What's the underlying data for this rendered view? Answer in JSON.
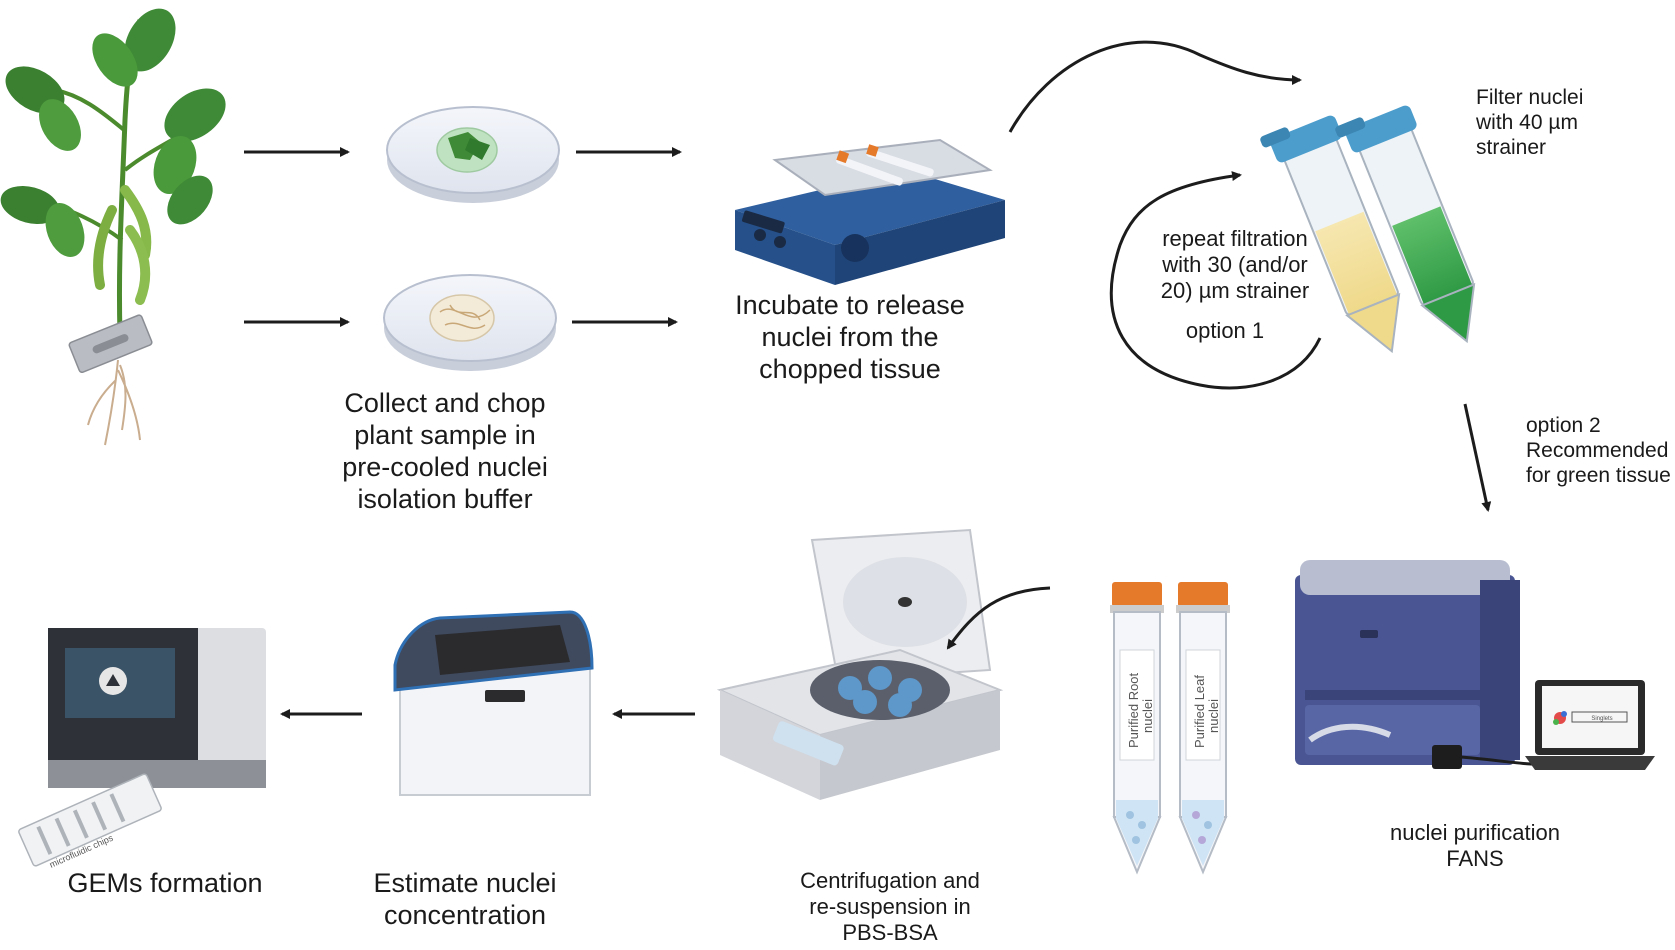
{
  "steps": {
    "collect": "Collect and chop\nplant sample in\npre-cooled nuclei\nisolation buffer",
    "incubate": "Incubate to release\nnuclei from the\nchopped tissue",
    "filter": "Filter nuclei\nwith 40 µm\nstrainer",
    "repeat": "repeat filtration\nwith 30 (and/or\n20) µm strainer",
    "option1": "option 1",
    "option2": "option 2\nRecommended\nfor green tissue",
    "fans": "nuclei purification\nFANS",
    "centrifuge": "Centrifugation and\nre-suspension in\nPBS-BSA",
    "estimate": "Estimate nuclei\nconcentration",
    "gems": "GEMs formation"
  },
  "tubes": {
    "root": "Purified Root\nnuclei",
    "leaf": "Purified Leaf\nnuclei",
    "chip": "microfluidic chips",
    "scatter_label": "Singlets"
  },
  "colors": {
    "arrow": "#1c1c1c",
    "leaf_green": "#3f8a36",
    "instrument_blue": "#2f5f9e",
    "tube_cap_orange": "#e57a2a",
    "tube_cap_blue": "#4d9dcc",
    "fans_purple": "#4a5694"
  }
}
